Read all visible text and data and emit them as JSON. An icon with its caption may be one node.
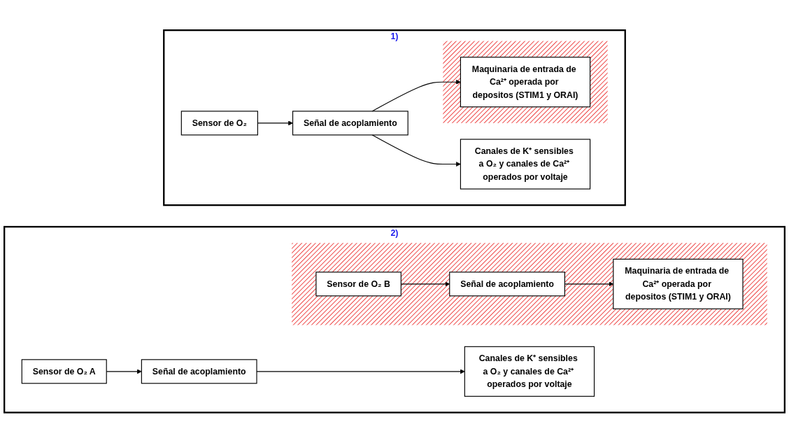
{
  "diagram": {
    "nodes": [
      {
        "text": [
          "1)"
        ]
      },
      {
        "text": [
          "Sensor de O₂"
        ],
        "in": 0
      },
      {
        "text": [
          "Señal de acoplamiento"
        ],
        "in": 0
      },
      {
        "text": [
          "Canales de K⁺ sensibles a O₂ y canales de Ca²⁺ operados por voltaje"
        ],
        "in": 0
      },
      {
        "text": [],
        "shape": "box",
        "in": 0
      },
      {
        "text": [
          "Maquinaria de entrada de Ca²⁺ operada por depositos (STIM1 y ORAI)"
        ],
        "in": 4
      },
      {
        "text": [
          "2)"
        ]
      },
      {
        "text": [
          "Sensor de O₂ A"
        ],
        "in": 6
      },
      {
        "text": [
          "Señal de acoplamiento"
        ],
        "in": 6
      },
      {
        "text": [
          "Canales de K⁺ sensibles a O₂ y canales de Ca²⁺ operados por voltaje"
        ],
        "in": 6
      },
      {
        "text": [],
        "shape": "box",
        "in": 6
      },
      {
        "text": [
          "Sensor de O₂ B"
        ],
        "in": 10
      },
      {
        "text": [
          "Señal de acoplamiento"
        ],
        "in": 10
      },
      {
        "text": [
          "Maquinaria de entrada de Ca²⁺ operada por depositos (STIM1 y ORAI)"
        ],
        "in": 10
      }
    ],
    "edges": [
      {
        "from": 1,
        "to": 2,
        "arrow": "to"
      },
      {
        "from": 2,
        "to": 3,
        "arrow": "to"
      },
      {
        "from": 2,
        "to": 5,
        "arrow": "to"
      },
      {
        "from": 7,
        "to": 8,
        "arrow": "to"
      },
      {
        "from": 8,
        "to": 9,
        "arrow": "to"
      },
      {
        "from": 11,
        "to": 12,
        "arrow": "to"
      },
      {
        "from": 12,
        "to": 13,
        "arrow": "to"
      }
    ]
  }
}
